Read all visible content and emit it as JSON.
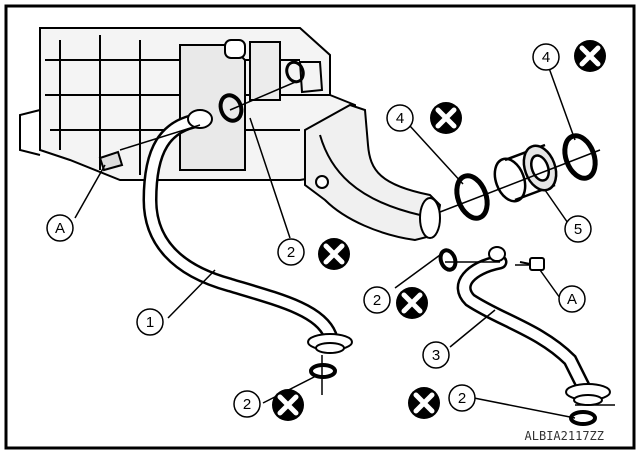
{
  "figure": {
    "code": "ALBIA2117ZZ",
    "callouts": [
      {
        "id": "callout-A-left",
        "label": "A"
      },
      {
        "id": "callout-1",
        "label": "1"
      },
      {
        "id": "callout-2-center",
        "label": "2"
      },
      {
        "id": "callout-2-mid",
        "label": "2"
      },
      {
        "id": "callout-2-bottom-left",
        "label": "2"
      },
      {
        "id": "callout-2-bottom-right",
        "label": "2"
      },
      {
        "id": "callout-3",
        "label": "3"
      },
      {
        "id": "callout-4-left",
        "label": "4"
      },
      {
        "id": "callout-4-right",
        "label": "4"
      },
      {
        "id": "callout-5",
        "label": "5"
      },
      {
        "id": "callout-A-right",
        "label": "A"
      }
    ],
    "do_not_reuse_symbol": "do-not-reuse-icon"
  }
}
